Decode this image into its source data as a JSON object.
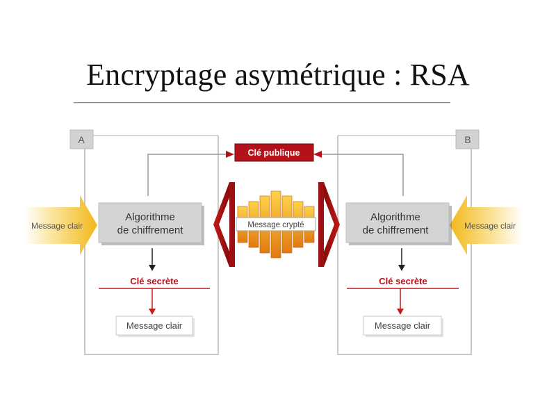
{
  "slide": {
    "title": "Encryptage asymétrique : RSA"
  },
  "diagram": {
    "left_party": "A",
    "right_party": "B",
    "public_key": "Clé publique",
    "encrypted_message": "Message crypté",
    "left_input": "Message clair",
    "right_input": "Message clair",
    "left_algorithm": [
      "Algorithme",
      "de chiffrement"
    ],
    "right_algorithm": [
      "Algorithme",
      "de chiffrement"
    ],
    "left_secret_key": "Clé secrète",
    "right_secret_key": "Clé secrète",
    "left_output": "Message clair",
    "right_output": "Message clair",
    "colors": {
      "accent_red": "#b3121a",
      "arrow_yellow": "#f2b81a",
      "box_grey": "#d4d4d4",
      "frame_grey": "#bdbdbd"
    }
  }
}
